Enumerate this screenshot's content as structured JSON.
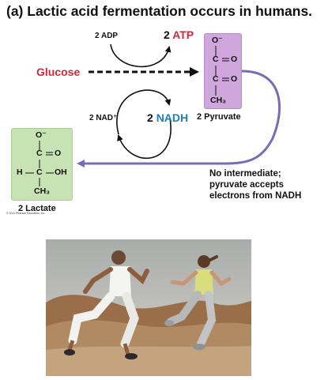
{
  "title": "(a) Lactic acid fermentation occurs in humans.",
  "inputs": {
    "adp": "2 ADP",
    "nad": "2 NAD⁺"
  },
  "outputs": {
    "atp_num": "2",
    "atp_mol": "ATP",
    "nadh_num": "2",
    "nadh_mol": "NADH"
  },
  "glucose": "Glucose",
  "pyruvate": {
    "label": "2 Pyruvate",
    "o_minus": "O⁻",
    "c1": "C",
    "o1": "O",
    "c2": "C",
    "o2": "O",
    "ch3": "CH₃"
  },
  "lactate": {
    "label": "2 Lactate",
    "o_minus": "O⁻",
    "c1": "C",
    "o1": "O",
    "h": "H",
    "c2": "C",
    "oh": "OH",
    "ch3": "CH₃"
  },
  "note": [
    "No intermediate;",
    "pyruvate accepts",
    "electrons from NADH"
  ],
  "copyright": "© 2011 Pearson Education, Inc.",
  "colors": {
    "atp": "#d4283a",
    "glucose": "#d4283a",
    "nadh": "#1b7fc0",
    "pyruvate_box": "#cfa7dc",
    "lactate_box": "#c7e2b3",
    "long_arrow": "#7b6bb6"
  }
}
